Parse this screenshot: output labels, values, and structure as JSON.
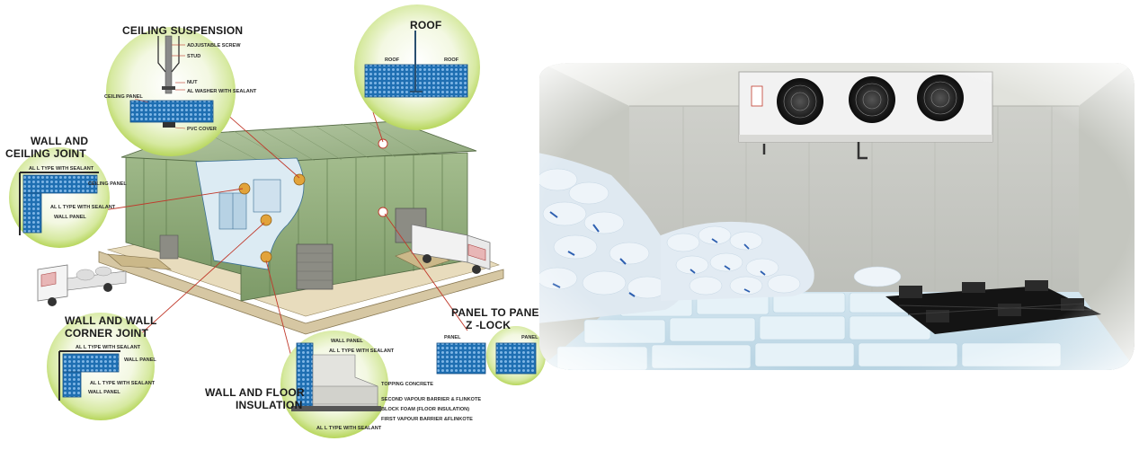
{
  "diagram": {
    "callouts": {
      "ceiling_suspension": {
        "title": "CEILING SUSPENSION",
        "labels": [
          "ADJUSTABLE SCREW",
          "STUD",
          "NUT",
          "AL WASHER WITH SEALANT",
          "CEILING PANEL",
          "PVC COVER"
        ]
      },
      "roof": {
        "title": "ROOF",
        "labels": [
          "ROOF",
          "ROOF"
        ]
      },
      "wall_ceiling": {
        "title_line1": "WALL AND",
        "title_line2": "CEILING JOINT",
        "labels": [
          "AL  L  TYPE WITH SEALANT",
          "CEILING PANEL",
          "AL  L  TYPE WITH SEALANT",
          "WALL PANEL"
        ]
      },
      "wall_wall": {
        "title_line1": "WALL AND WALL",
        "title_line2": "CORNER JOINT",
        "labels": [
          "AL  L  TYPE WITH SEALANT",
          "WALL PANEL",
          "AL  L  TYPE WITH SEALANT",
          "WALL PANEL"
        ]
      },
      "wall_floor": {
        "title_line1": "WALL AND FLOOR",
        "title_line2": "INSULATION",
        "labels": [
          "WALL PANEL",
          "AL  L  TYPE WITH SEALANT",
          "TOPPING CONCRETE",
          "SECOND VAPOUR BARRIER & FLINKOTE",
          "BLOCK FOAM (FLOOR INSULATION)",
          "FIRST VAPOUR BARRIER &FLINKOTE",
          "AL  L  TYPE WITH SEALANT"
        ]
      },
      "panel_to_panel": {
        "title_line1": "PANEL TO PANEL",
        "title_line2": "Z -LOCK",
        "labels": [
          "PANEL",
          "PANEL"
        ]
      }
    }
  },
  "colors": {
    "panel_blue": "#1f6fb2",
    "bubble_green": "#c9e27a",
    "building_green": "#8aa874",
    "leader_red": "#c0392b",
    "cooler_white": "#f2f2f2"
  },
  "photo": {
    "subject": "cold-room-interior-with-ice-bags-and-evaporator-unit",
    "fan_count": 3
  }
}
